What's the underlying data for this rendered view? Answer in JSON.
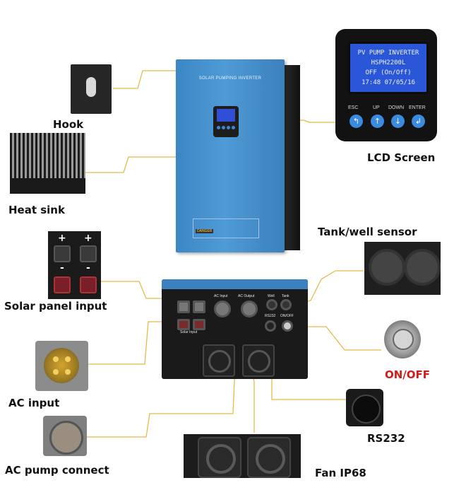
{
  "labels": {
    "hook": "Hook",
    "heat_sink": "Heat sink",
    "solar_panel_input": "Solar panel input",
    "ac_input": "AC input",
    "ac_pump_connect": "AC pump connect",
    "lcd_screen": "LCD Screen",
    "tank_well_sensor": "Tank/well sensor",
    "on_off": "ON/OFF",
    "rs232": "RS232",
    "fan_ip68": "Fan IP68"
  },
  "inverter": {
    "title": "SOLAR PUMPING INVERTER",
    "warning": "DANGER"
  },
  "lcd": {
    "lines": [
      "PV PUMP INVERTER",
      "HSPH2200L",
      "OFF (On/Off)",
      "17:48 07/05/16"
    ],
    "buttons": [
      "ESC",
      "UP",
      "DOWN",
      "ENTER"
    ]
  },
  "solar_input": {
    "plus": "+",
    "minus": "-"
  },
  "bottom_panel": {
    "ac_input": "AC Input",
    "ac_output": "AC Output",
    "solar_input": "Solar Input",
    "well": "Well",
    "tank": "Tank",
    "rs232": "RS232",
    "onoff": "ON/OFF"
  },
  "colors": {
    "label": "#111111",
    "onoff_label": "#d11a1a",
    "leader_line": "#e5b94a",
    "inverter_blue": "#4f9bd6"
  }
}
